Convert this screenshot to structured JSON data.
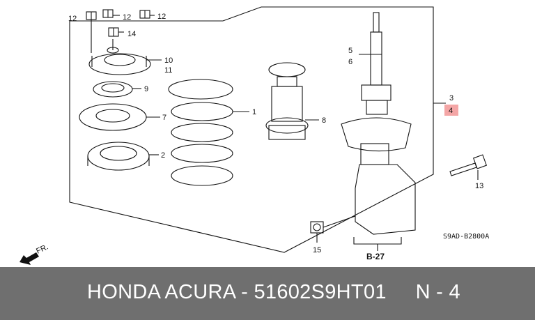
{
  "diagram": {
    "callouts": {
      "c12a": "12",
      "c12b": "12",
      "c12c": "12",
      "c14": "14",
      "c10": "10",
      "c11": "11",
      "c9": "9",
      "c7": "7",
      "c2": "2",
      "c1": "1",
      "c8": "8",
      "c5": "5",
      "c6": "6",
      "c3": "3",
      "c4": "4",
      "c13": "13",
      "c15": "15"
    },
    "highlight_color": "#f4a6a6",
    "ref_label": "B-27",
    "drawing_code": "S9AD-B2800A",
    "direction_label": "FR."
  },
  "footer": {
    "text": "HONDA ACURA - 51602S9HT01     N - 4",
    "background": "#6f6f6f"
  }
}
